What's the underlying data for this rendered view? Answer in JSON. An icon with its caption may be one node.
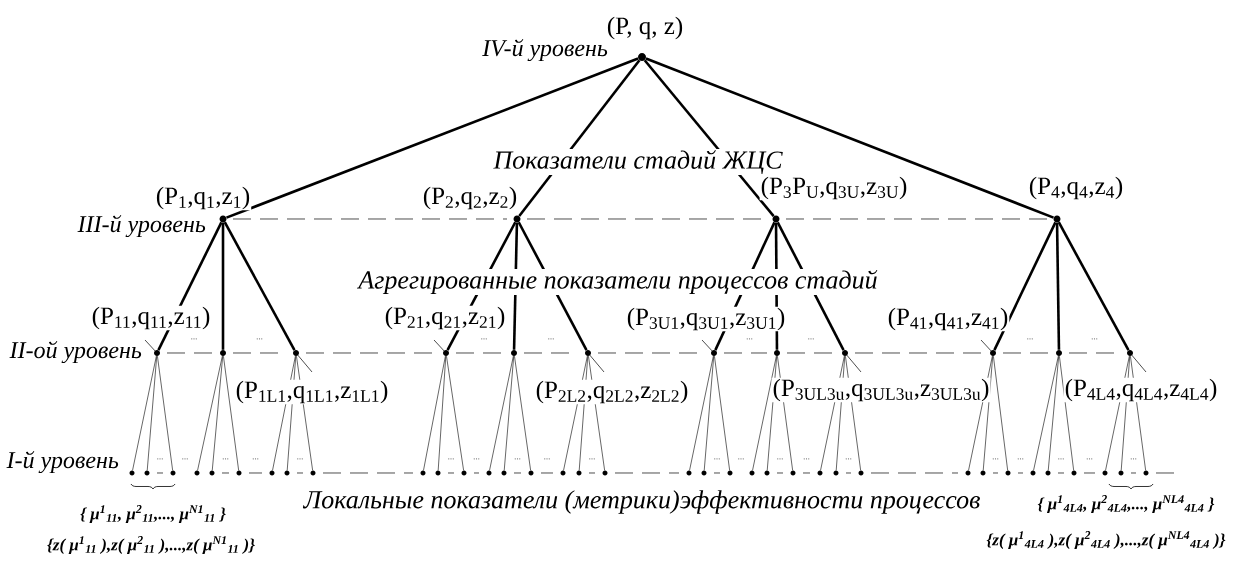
{
  "diagram": {
    "nodes": [
      {
        "text": [],
        "shape": "circle",
        "beside": [
          "(P, q, z)"
        ]
      },
      {
        "text": [],
        "shape": "circle",
        "beside": [
          "(P$_{1}$,q$_{1}$,z$_{1}$)"
        ]
      },
      {
        "text": [],
        "shape": "circle",
        "beside": [
          "(P$_{2}$,q$_{2}$,z$_{2}$)"
        ]
      },
      {
        "text": [],
        "shape": "circle",
        "beside": [
          "(P$_{3}$P$_{U}$,q$_{3U}$,z$_{3U}$)"
        ]
      },
      {
        "text": [],
        "shape": "circle",
        "beside": [
          "(P$_{4}$,q$_{4}$,z$_{4}$)"
        ]
      },
      {
        "text": [],
        "shape": "circle",
        "beside": [
          "(P$_{11}$,q$_{11}$,z$_{11}$)"
        ]
      },
      {
        "text": [],
        "shape": "circle"
      },
      {
        "text": [],
        "shape": "circle",
        "beside": [
          "(P$_{1L1}$,q$_{1L1}$,z$_{1L1}$)"
        ]
      },
      {
        "text": [],
        "shape": "circle",
        "beside": [
          "(P$_{21}$,q$_{21}$,z$_{21}$)"
        ]
      },
      {
        "text": [],
        "shape": "circle"
      },
      {
        "text": [],
        "shape": "circle",
        "beside": [
          "(P$_{2L2}$,q$_{2L2}$,z$_{2L2}$)"
        ]
      },
      {
        "text": [],
        "shape": "circle",
        "beside": [
          "(P$_{3U1}$,q$_{3U1}$,z$_{3U1}$)"
        ]
      },
      {
        "text": [],
        "shape": "circle"
      },
      {
        "text": [],
        "shape": "circle",
        "beside": [
          "(P$_{3UL3u}$,q$_{3UL3u}$,z$_{3UL3u}$)"
        ]
      },
      {
        "text": [],
        "shape": "circle",
        "beside": [
          "(P$_{41}$,q$_{41}$,z$_{41}$)"
        ]
      },
      {
        "text": [],
        "shape": "circle"
      },
      {
        "text": [],
        "shape": "circle",
        "beside": [
          "(P$_{4L4}$,q$_{4L4}$,z$_{4L4}$)"
        ]
      },
      {
        "text": [],
        "shape": "circle"
      },
      {
        "text": [],
        "shape": "circle"
      },
      {
        "text": [],
        "shape": "circle"
      },
      {
        "text": [],
        "shape": "circle"
      },
      {
        "text": [],
        "shape": "circle"
      },
      {
        "text": [],
        "shape": "circle"
      },
      {
        "text": [],
        "shape": "circle"
      },
      {
        "text": [],
        "shape": "circle"
      },
      {
        "text": [],
        "shape": "circle"
      },
      {
        "text": [],
        "shape": "circle"
      },
      {
        "text": [],
        "shape": "circle"
      },
      {
        "text": [],
        "shape": "circle"
      },
      {
        "text": [],
        "shape": "circle"
      },
      {
        "text": [],
        "shape": "circle"
      },
      {
        "text": [],
        "shape": "circle"
      },
      {
        "text": [],
        "shape": "circle"
      },
      {
        "text": [],
        "shape": "circle"
      },
      {
        "text": [],
        "shape": "circle"
      },
      {
        "text": [],
        "shape": "circle"
      },
      {
        "text": [],
        "shape": "circle"
      },
      {
        "text": [],
        "shape": "circle"
      },
      {
        "text": [],
        "shape": "circle"
      },
      {
        "text": [],
        "shape": "circle"
      },
      {
        "text": [],
        "shape": "circle"
      },
      {
        "text": [],
        "shape": "circle"
      },
      {
        "text": [],
        "shape": "circle"
      },
      {
        "text": [],
        "shape": "circle"
      },
      {
        "text": [],
        "shape": "circle"
      },
      {
        "text": [],
        "shape": "circle"
      },
      {
        "text": [],
        "shape": "circle"
      },
      {
        "text": [],
        "shape": "circle"
      },
      {
        "text": [],
        "shape": "circle"
      },
      {
        "text": [],
        "shape": "circle"
      },
      {
        "text": [],
        "shape": "circle"
      },
      {
        "text": [],
        "shape": "circle"
      },
      {
        "text": [],
        "shape": "circle"
      }
    ],
    "edges": [
      {
        "from": 0,
        "to": 1,
        "arrow": "none",
        "style": "thick"
      },
      {
        "from": 0,
        "to": 2,
        "arrow": "none",
        "style": "thick"
      },
      {
        "from": 0,
        "to": 3,
        "arrow": "none",
        "style": "thick"
      },
      {
        "from": 0,
        "to": 4,
        "arrow": "none",
        "style": "thick"
      },
      {
        "from": 1,
        "to": 5,
        "arrow": "none",
        "style": "thick"
      },
      {
        "from": 1,
        "to": 6,
        "arrow": "none",
        "style": "thick"
      },
      {
        "from": 1,
        "to": 7,
        "arrow": "none",
        "style": "thick"
      },
      {
        "from": 2,
        "to": 8,
        "arrow": "none",
        "style": "thick"
      },
      {
        "from": 2,
        "to": 9,
        "arrow": "none",
        "style": "thick"
      },
      {
        "from": 2,
        "to": 10,
        "arrow": "none",
        "style": "thick"
      },
      {
        "from": 3,
        "to": 11,
        "arrow": "none",
        "style": "thick"
      },
      {
        "from": 3,
        "to": 12,
        "arrow": "none",
        "style": "thick"
      },
      {
        "from": 3,
        "to": 13,
        "arrow": "none",
        "style": "thick"
      },
      {
        "from": 4,
        "to": 14,
        "arrow": "none",
        "style": "thick"
      },
      {
        "from": 4,
        "to": 15,
        "arrow": "none",
        "style": "thick"
      },
      {
        "from": 4,
        "to": 16,
        "arrow": "none",
        "style": "thick"
      },
      {
        "from": 5,
        "to": 17,
        "arrow": "none"
      },
      {
        "from": 5,
        "to": 18,
        "arrow": "none"
      },
      {
        "from": 5,
        "to": 19,
        "arrow": "none"
      },
      {
        "from": 6,
        "to": 20,
        "arrow": "none"
      },
      {
        "from": 6,
        "to": 21,
        "arrow": "none"
      },
      {
        "from": 6,
        "to": 22,
        "arrow": "none"
      },
      {
        "from": 7,
        "to": 23,
        "arrow": "none"
      },
      {
        "from": 7,
        "to": 24,
        "arrow": "none"
      },
      {
        "from": 7,
        "to": 25,
        "arrow": "none"
      },
      {
        "from": 8,
        "to": 26,
        "arrow": "none"
      },
      {
        "from": 8,
        "to": 27,
        "arrow": "none"
      },
      {
        "from": 8,
        "to": 28,
        "arrow": "none"
      },
      {
        "from": 9,
        "to": 29,
        "arrow": "none"
      },
      {
        "from": 9,
        "to": 30,
        "arrow": "none"
      },
      {
        "from": 9,
        "to": 31,
        "arrow": "none"
      },
      {
        "from": 10,
        "to": 32,
        "arrow": "none"
      },
      {
        "from": 10,
        "to": 33,
        "arrow": "none"
      },
      {
        "from": 10,
        "to": 34,
        "arrow": "none"
      },
      {
        "from": 11,
        "to": 35,
        "arrow": "none"
      },
      {
        "from": 11,
        "to": 36,
        "arrow": "none"
      },
      {
        "from": 11,
        "to": 37,
        "arrow": "none"
      },
      {
        "from": 12,
        "to": 38,
        "arrow": "none"
      },
      {
        "from": 12,
        "to": 39,
        "arrow": "none"
      },
      {
        "from": 12,
        "to": 40,
        "arrow": "none"
      },
      {
        "from": 13,
        "to": 41,
        "arrow": "none"
      },
      {
        "from": 13,
        "to": 42,
        "arrow": "none"
      },
      {
        "from": 13,
        "to": 43,
        "arrow": "none"
      },
      {
        "from": 14,
        "to": 44,
        "arrow": "none"
      },
      {
        "from": 14,
        "to": 45,
        "arrow": "none"
      },
      {
        "from": 14,
        "to": 46,
        "arrow": "none"
      },
      {
        "from": 15,
        "to": 47,
        "arrow": "none"
      },
      {
        "from": 15,
        "to": 48,
        "arrow": "none"
      },
      {
        "from": 15,
        "to": 49,
        "arrow": "none"
      },
      {
        "from": 16,
        "to": 50,
        "arrow": "none"
      },
      {
        "from": 16,
        "to": 51,
        "arrow": "none"
      },
      {
        "from": 16,
        "to": 52,
        "arrow": "none"
      }
    ],
    "labels": [
      "IV-й уровень",
      "Показатели стадий ЖЦС",
      "III-й уровень",
      "Агрегированные показатели процессов стадий",
      "...",
      "...",
      "...",
      "...",
      "...",
      "...",
      "...",
      "...",
      "II-ой уровень",
      "...",
      "...",
      "...",
      "...",
      "...",
      "...",
      "...",
      "...",
      "...",
      "...",
      "...",
      "...",
      "...",
      "...",
      "...",
      "...",
      "...",
      "...",
      "...",
      "...",
      "I-й уровень",
      "Локальные показатели (метрики)эффективности процессов",
      "{ μ$^{1}$$_{11}$, μ$^{2}$$_{11}$,..., μ$^{N1}$$_{11}$ }",
      "{z( μ$^{1}$$_{11}$ ),z( μ$^{2}$$_{11}$ ),...,z( μ$^{N1}$$_{11}$ )}",
      "{ μ$^{1}$$_{4L4}$, μ$^{2}$$_{4L4}$,..., μ$^{NL4}$$_{4L4}$ }",
      "{z( μ$^{1}$$_{4L4}$ ),z( μ$^{2}$$_{4L4}$ ),...,z( μ$^{NL4}$$_{4L4}$ )}"
    ]
  }
}
